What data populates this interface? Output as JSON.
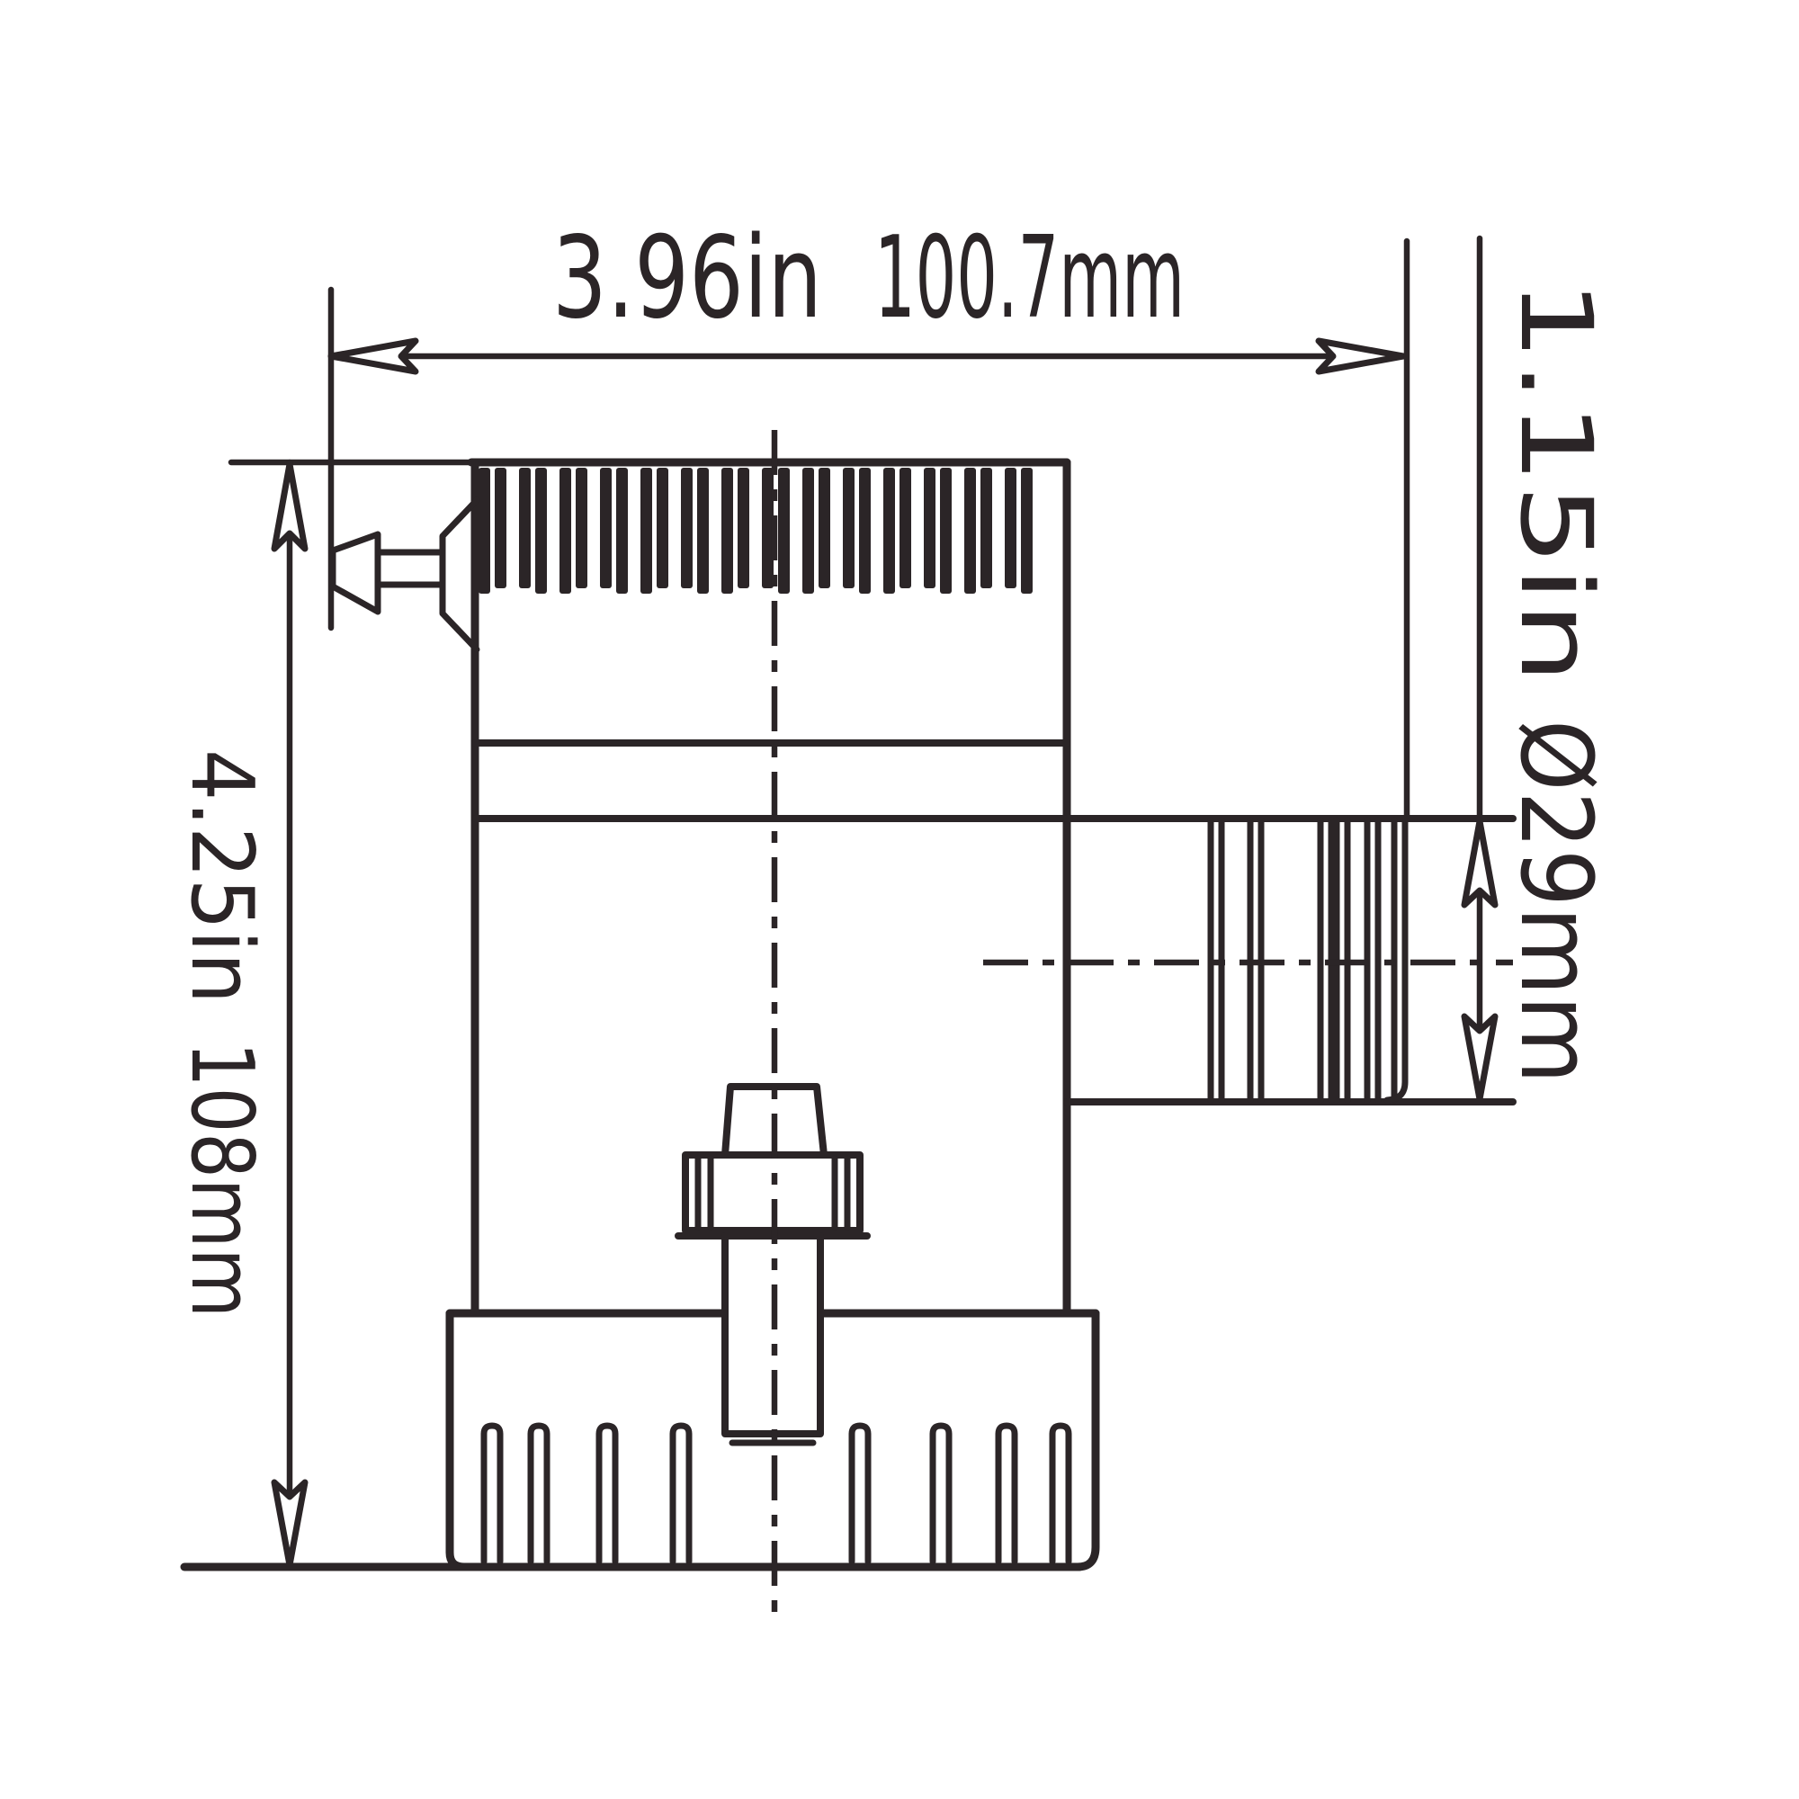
{
  "drawing": {
    "title": "Bilge pump technical dimension drawing",
    "view": "side elevation with strainer base, outlet port and vent nozzle",
    "colors": {
      "line": "#2b2527",
      "background": "#ffffff"
    },
    "dimensions": {
      "overall_width": {
        "inches": "3.96in",
        "metric": "100.7mm"
      },
      "overall_height": {
        "inches": "4.25in",
        "metric": "108mm"
      },
      "outlet_diameter": {
        "inches": "1.15in",
        "metric": "Ø29mm"
      }
    }
  }
}
